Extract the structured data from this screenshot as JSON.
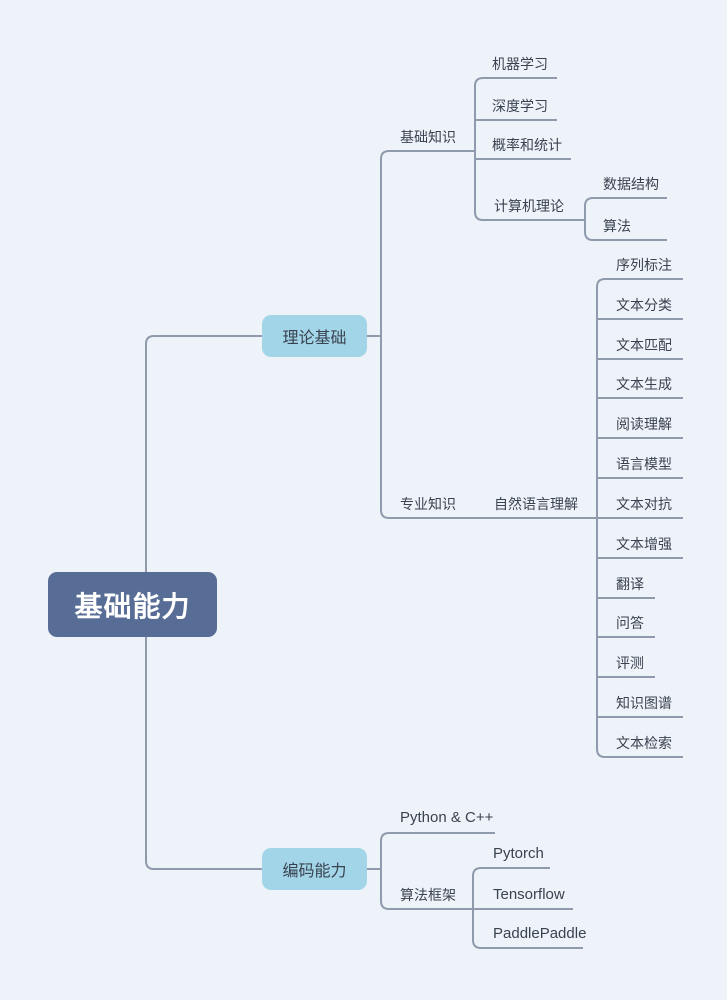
{
  "theme": {
    "background": "#eef3f9",
    "line": "#8f9aad",
    "text": "#39424f",
    "root_fill": "#586d96",
    "root_text": "#ffffff",
    "branch_fill": "#a2d5e7"
  },
  "mindmap": {
    "root": {
      "label": "基础能力"
    },
    "branches": [
      {
        "label": "理论基础",
        "children": [
          {
            "label": "基础知识",
            "children": [
              {
                "label": "机器学习"
              },
              {
                "label": "深度学习"
              },
              {
                "label": "概率和统计"
              },
              {
                "label": "计算机理论",
                "children": [
                  {
                    "label": "数据结构"
                  },
                  {
                    "label": "算法"
                  }
                ]
              }
            ]
          },
          {
            "label": "专业知识",
            "children": [
              {
                "label": "自然语言理解",
                "children": [
                  {
                    "label": "序列标注"
                  },
                  {
                    "label": "文本分类"
                  },
                  {
                    "label": "文本匹配"
                  },
                  {
                    "label": "文本生成"
                  },
                  {
                    "label": "阅读理解"
                  },
                  {
                    "label": "语言模型"
                  },
                  {
                    "label": "文本对抗"
                  },
                  {
                    "label": "文本增强"
                  },
                  {
                    "label": "翻译"
                  },
                  {
                    "label": "问答"
                  },
                  {
                    "label": "评测"
                  },
                  {
                    "label": "知识图谱"
                  },
                  {
                    "label": "文本检索"
                  }
                ]
              }
            ]
          }
        ]
      },
      {
        "label": "编码能力",
        "children": [
          {
            "label": "Python & C++"
          },
          {
            "label": "算法框架",
            "children": [
              {
                "label": "Pytorch"
              },
              {
                "label": "Tensorflow"
              },
              {
                "label": "PaddlePaddle"
              }
            ]
          }
        ]
      }
    ]
  }
}
